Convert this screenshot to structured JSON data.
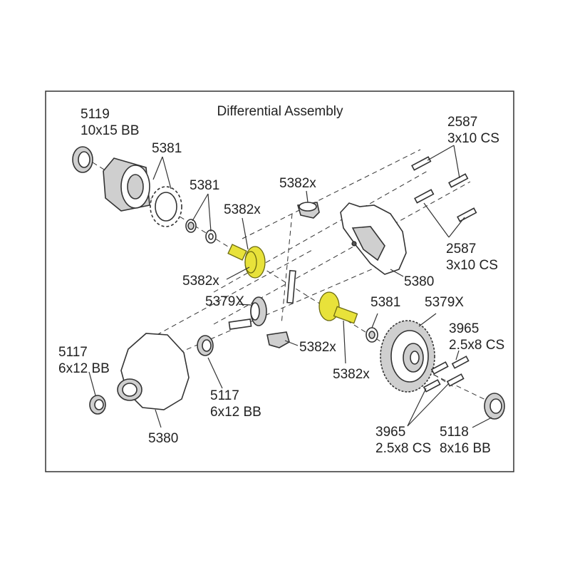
{
  "title": "Differential Assembly",
  "labels": {
    "p5119": "5119",
    "p5119_spec": "10x15 BB",
    "p5381_a": "5381",
    "p5381_b": "5381",
    "p5382x_a": "5382x",
    "p5382x_b": "5382x",
    "p5382x_c": "5382x",
    "p5382x_d": "5382x",
    "p5382x_e": "5382x",
    "p2587_a": "2587",
    "p2587_a_spec": "3x10 CS",
    "p2587_b": "2587",
    "p2587_b_spec": "3x10 CS",
    "p5380_a": "5380",
    "p5380_b": "5380",
    "p5379x_a": "5379X",
    "p5379x_b": "5379X",
    "p5381_c": "5381",
    "p3965_a": "3965",
    "p3965_a_spec": "2.5x8 CS",
    "p3965_b": "3965",
    "p3965_b_spec": "2.5x8 CS",
    "p5117_a": "5117",
    "p5117_a_spec": "6x12 BB",
    "p5117_b": "5117",
    "p5117_b_spec": "6x12 BB",
    "p5118": "5118",
    "p5118_spec": "8x16 BB"
  }
}
